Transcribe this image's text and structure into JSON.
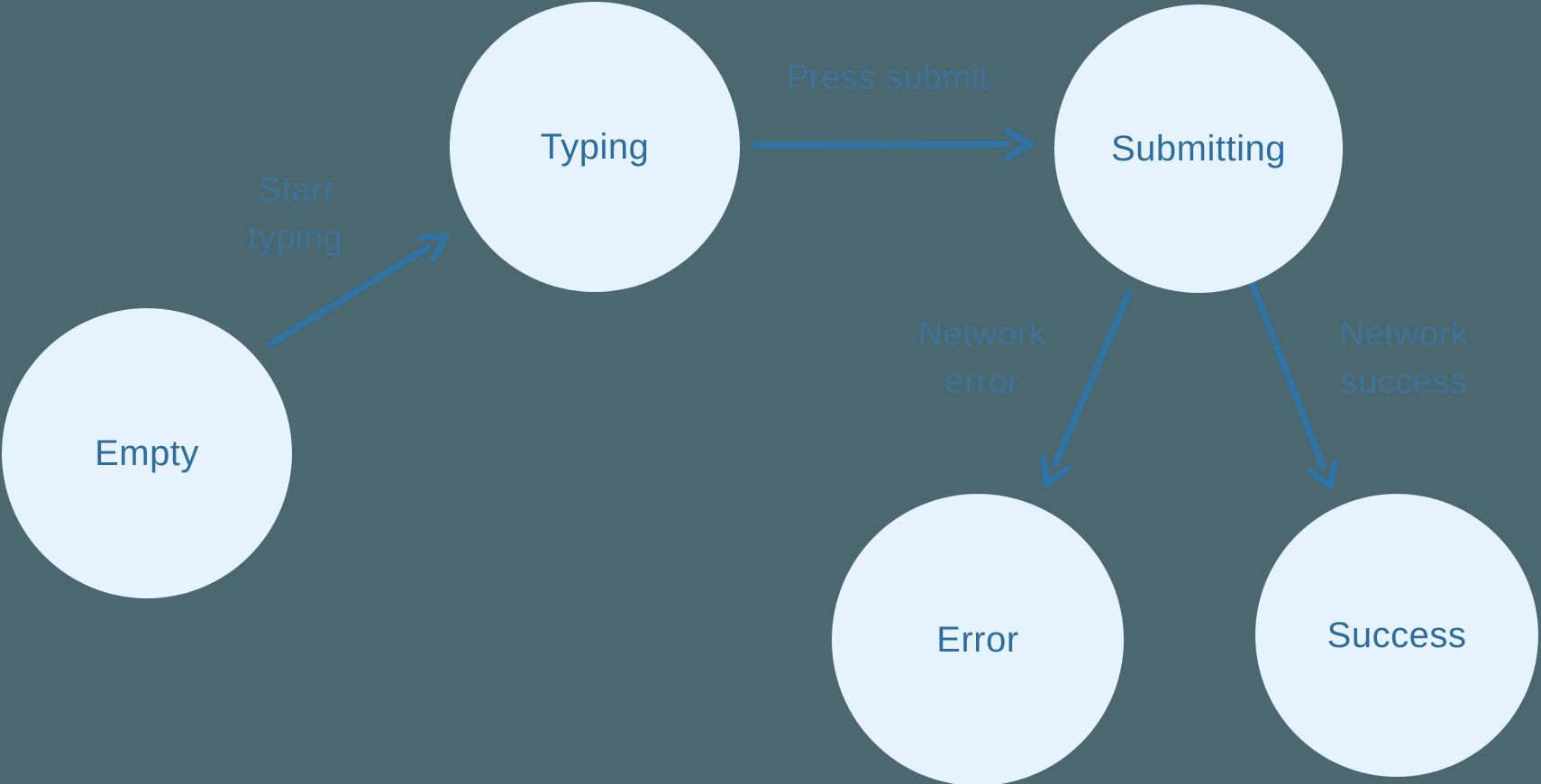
{
  "diagram": {
    "type": "state-machine",
    "nodes": [
      {
        "id": "empty",
        "label": "Empty"
      },
      {
        "id": "typing",
        "label": "Typing"
      },
      {
        "id": "submitting",
        "label": "Submitting"
      },
      {
        "id": "error",
        "label": "Error"
      },
      {
        "id": "success",
        "label": "Success"
      }
    ],
    "edges": [
      {
        "from": "empty",
        "to": "typing",
        "label": "Start typing",
        "label_lines": [
          "Start",
          "typing"
        ]
      },
      {
        "from": "typing",
        "to": "submitting",
        "label": "Press submit",
        "label_lines": [
          "Press submit"
        ]
      },
      {
        "from": "submitting",
        "to": "error",
        "label": "Network error",
        "label_lines": [
          "Network",
          "error"
        ]
      },
      {
        "from": "submitting",
        "to": "success",
        "label": "Network success",
        "label_lines": [
          "Network",
          "success"
        ]
      }
    ],
    "colors": {
      "background": "#4B6871",
      "node_fill": "#E6F3FC",
      "node_text": "#2D6C9D",
      "arrow": "#2E74A6",
      "edge_label": "#3F7298"
    }
  }
}
